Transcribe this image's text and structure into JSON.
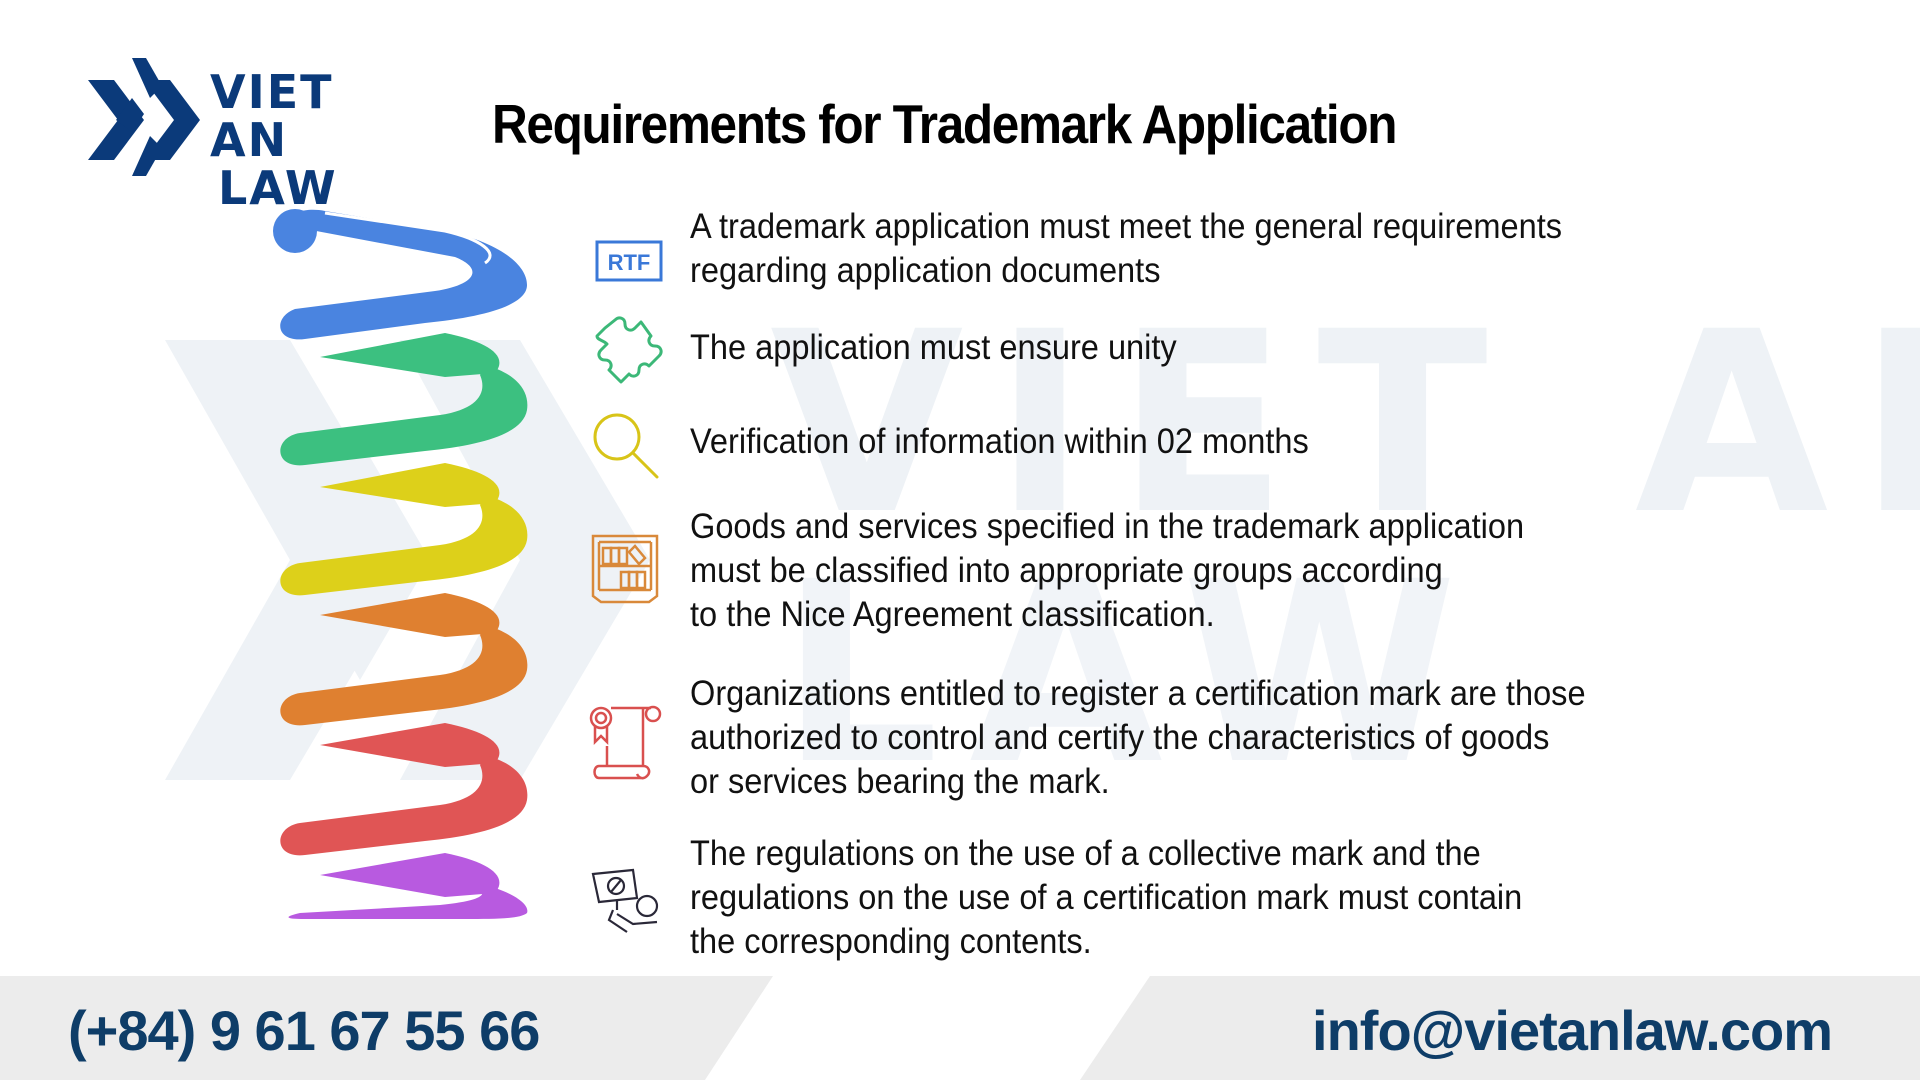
{
  "brand": {
    "name_line1": "VIET AN",
    "name_line2": "LAW",
    "color": "#0b3a7a"
  },
  "watermark": {
    "text_line1": "VIET AN",
    "text_line2": "LAW",
    "color": "#eef2f6"
  },
  "title": "Requirements for Trademark Application",
  "spiral": {
    "colors": [
      "#4a84e0",
      "#3cc080",
      "#ddd01a",
      "#df8030",
      "#e05555",
      "#b85ae0"
    ]
  },
  "requirements": [
    {
      "icon": "rtf-file-icon",
      "icon_label": "RTF",
      "color": "#3a78d8",
      "lines": [
        "A trademark application must meet the general requirements",
        "regarding application documents"
      ]
    },
    {
      "icon": "puzzle-piece-icon",
      "color": "#3cb878",
      "lines": [
        "The application must ensure unity"
      ]
    },
    {
      "icon": "magnifying-glass-icon",
      "color": "#d8c418",
      "lines": [
        "Verification of information within 02 months"
      ]
    },
    {
      "icon": "bookshelf-icon",
      "color": "#d9893a",
      "lines": [
        "Goods and services specified in the trademark application",
        "must be classified into appropriate groups according",
        "to the Nice Agreement classification."
      ]
    },
    {
      "icon": "certificate-scroll-icon",
      "color": "#d9504f",
      "lines": [
        "Organizations entitled to register a certification mark are those",
        "authorized to control and certify the characteristics of goods",
        "or services bearing the mark."
      ]
    },
    {
      "icon": "protest-sign-icon",
      "color": "#2a2838",
      "lines": [
        "The regulations on the use of a collective mark and the",
        "regulations on the use of a certification mark must contain",
        "the corresponding contents."
      ]
    }
  ],
  "footer": {
    "phone": "(+84) 9 61 67 55 66",
    "email": "info@vietanlaw.com",
    "bg_color": "#ececec",
    "text_color": "#0e3d68"
  }
}
